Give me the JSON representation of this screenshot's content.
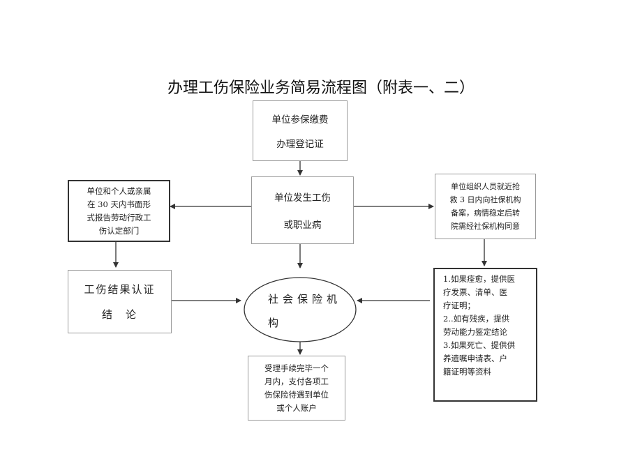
{
  "title": "办理工伤保险业务简易流程图（附表一、二）",
  "boxes": {
    "register": {
      "lines": [
        "单位参保缴费",
        "办理登记证"
      ]
    },
    "injury": {
      "lines": [
        "单位发生工伤",
        "或职业病"
      ]
    },
    "report": {
      "lines": [
        "单位和个人或亲属",
        "在 30 天内书面形",
        "式报告劳动行政工",
        "伤认定部门"
      ]
    },
    "hospital": {
      "lines": [
        "单位组织人员就近抢",
        "救 3 日内向社保机构",
        "备案，病情稳定后转",
        "院需经社保机构同意"
      ]
    },
    "conclusion": {
      "lines": [
        "工伤结果认证",
        "结　论"
      ]
    },
    "social": {
      "lines": [
        "社会保险机",
        "构"
      ]
    },
    "materials": {
      "lines": [
        "1.如果痊愈，提供医",
        "疗发票、清单、医",
        "疗证明；",
        "2..如有残疾，提供",
        "劳动能力鉴定结论",
        "3.如果死亡、提供供",
        "养遗嘱申请表、户",
        "籍证明等资料"
      ]
    },
    "payment": {
      "lines": [
        "受理手续完毕一个",
        "月内，支付各项工",
        "伤保险待遇到单位",
        "或个人账户"
      ]
    }
  }
}
